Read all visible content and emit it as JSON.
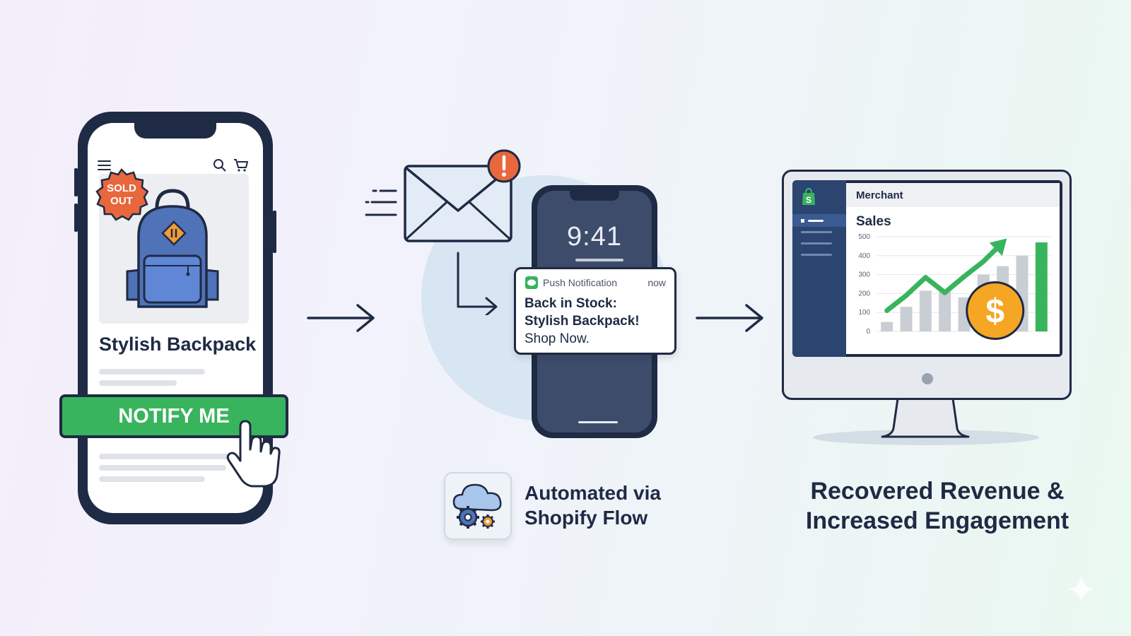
{
  "step1": {
    "badge_line1": "SOLD",
    "badge_line2": "OUT",
    "product_title": "Stylish Backpack",
    "cta_label": "NOTIFY ME",
    "icons": [
      "menu-icon",
      "search-icon",
      "cart-icon",
      "backpack-image",
      "hand-cursor-icon"
    ]
  },
  "step2": {
    "lock_time": "9:41",
    "notification": {
      "app": "Push Notification",
      "time": "now",
      "line1": "Back in Stock:",
      "line2": "Stylish Backpack!",
      "line3": "Shop Now."
    },
    "automation_line1": "Automated via",
    "automation_line2": "Shopify Flow",
    "icons": [
      "envelope-icon",
      "alert-icon",
      "cloud-gear-icon"
    ]
  },
  "step3": {
    "header": "Merchant",
    "chart_title": "Sales",
    "outcome_line1": "Recovered Revenue &",
    "outcome_line2": "Increased Engagement",
    "icons": [
      "shopify-bag-icon",
      "dollar-coin-icon",
      "trend-arrow-icon"
    ]
  },
  "chart_data": {
    "type": "bar",
    "title": "Sales",
    "y_ticks": [
      0,
      100,
      200,
      300,
      400,
      500
    ],
    "ylim": [
      0,
      500
    ],
    "values": [
      50,
      130,
      215,
      215,
      180,
      300,
      345,
      400,
      470
    ],
    "trend_line": [
      [
        0,
        110
      ],
      [
        1,
        190
      ],
      [
        2,
        285
      ],
      [
        3,
        205
      ],
      [
        4,
        290
      ],
      [
        5,
        370
      ],
      [
        6,
        470
      ]
    ],
    "grid": true
  },
  "colors": {
    "navy": "#1f2a44",
    "green": "#38b45d",
    "sold_out_badge": "#e8673c",
    "alert": "#e8673c",
    "coin": "#f5a623",
    "backpack": "#4f72b8"
  }
}
